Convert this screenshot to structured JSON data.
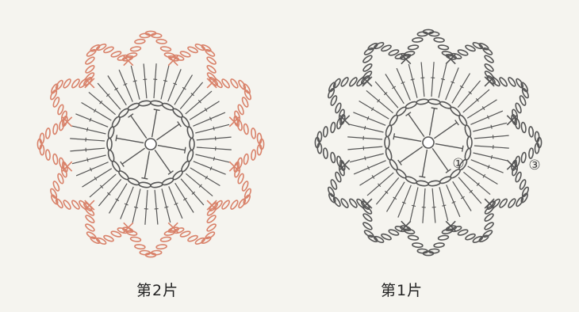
{
  "figures": [
    {
      "id": "motif-2",
      "caption": "第2片",
      "colors": {
        "inner": "#555555",
        "outer": "#d9826a"
      },
      "round_markers": []
    },
    {
      "id": "motif-1",
      "caption": "第1片",
      "colors": {
        "inner": "#555555",
        "outer": "#555555"
      },
      "round_markers": [
        "①",
        "③"
      ]
    }
  ],
  "background": "#f5f4ef",
  "symbols": [
    "chain-stitch",
    "single-crochet",
    "double-crochet",
    "slip-stitch-ring"
  ]
}
